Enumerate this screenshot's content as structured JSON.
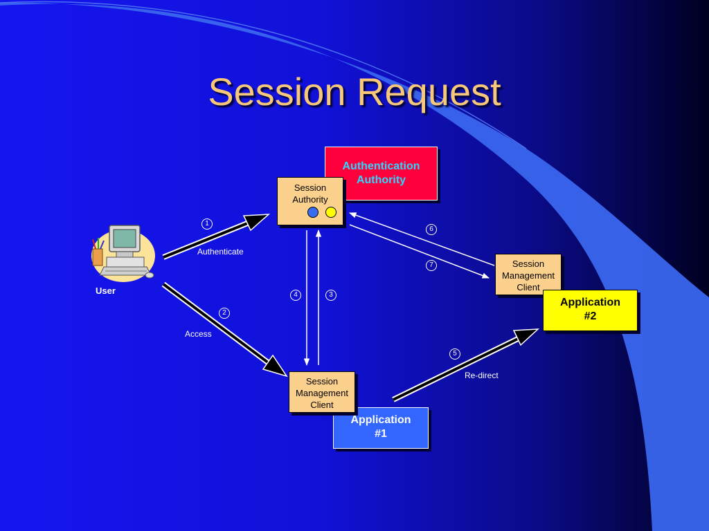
{
  "slide": {
    "title": "Session Request"
  },
  "colors": {
    "background": "#1a1ae8",
    "title": "#f7c77a",
    "auth_authority_fill": "#ff003c",
    "auth_authority_text": "#2fd6ff",
    "component_fill": "#fbd18d",
    "application1_fill": "#3366ff",
    "application2_fill": "#ffff00"
  },
  "nodes": {
    "user": {
      "label": "User",
      "icon": "computer-icon"
    },
    "auth_authority": {
      "line1": "Authentication",
      "line2": "Authority"
    },
    "session_authority": {
      "line1": "Session",
      "line2": "Authority"
    },
    "smc_app2": {
      "line1": "Session",
      "line2": "Management",
      "line3": "Client"
    },
    "smc_app1": {
      "line1": "Session",
      "line2": "Management",
      "line3": "Client"
    },
    "application1": {
      "line1": "Application",
      "line2": "#1"
    },
    "application2": {
      "line1": "Application",
      "line2": "#2"
    }
  },
  "edges": {
    "authenticate": "Authenticate",
    "access": "Access",
    "redirect": "Re-direct"
  },
  "steps": [
    "1",
    "2",
    "3",
    "4",
    "5",
    "6",
    "7"
  ]
}
